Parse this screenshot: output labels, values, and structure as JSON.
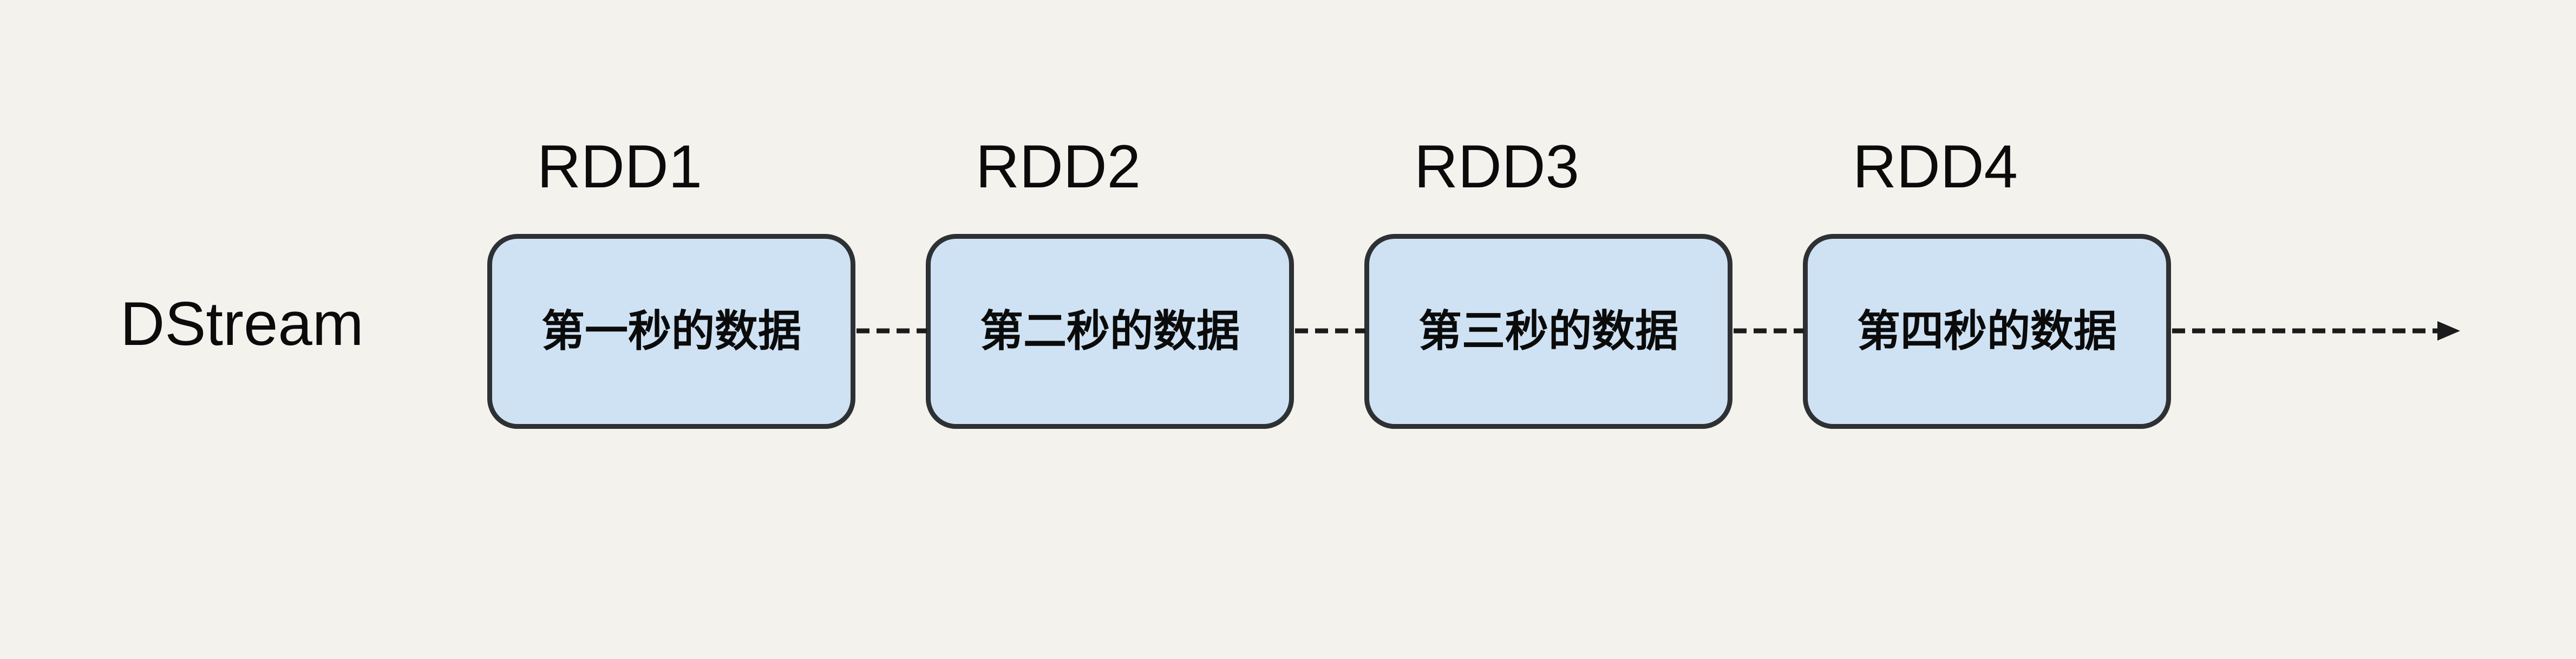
{
  "diagram": {
    "stream_label": "DStream",
    "nodes": [
      {
        "title": "RDD1",
        "text": "第一秒的数据"
      },
      {
        "title": "RDD2",
        "text": "第二秒的数据"
      },
      {
        "title": "RDD3",
        "text": "第三秒的数据"
      },
      {
        "title": "RDD4",
        "text": "第四秒的数据"
      }
    ],
    "flow": {
      "type": "timeline-left-to-right",
      "connector_style": "dashed",
      "terminal": "arrow-right"
    },
    "colors": {
      "background": "#f3f2ed",
      "node_fill": "#cfe2f3",
      "node_border": "#2e3133",
      "connector": "#1b1b1b",
      "text": "#0b0b0b"
    }
  }
}
